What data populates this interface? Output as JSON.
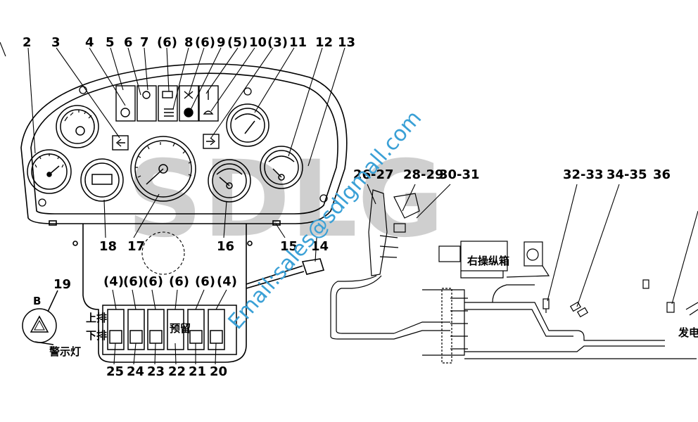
{
  "diagram": {
    "top_callouts": [
      "2",
      "3",
      "4",
      "5",
      "6",
      "7",
      "(6)",
      "8",
      "(6)",
      "9",
      "(5)",
      "10",
      "(3)",
      "11",
      "12",
      "13"
    ],
    "bottom_callouts": [
      "18",
      "17",
      "16",
      "15",
      "14"
    ],
    "switch_top_counts": [
      "(4)",
      "(6)",
      "(6)",
      "(6)",
      "(6)",
      "(4)"
    ],
    "switch_bottom_numbers": [
      "25",
      "24",
      "23",
      "22",
      "21",
      "20"
    ],
    "switch_row_labels": {
      "upper": "上排",
      "lower": "下排"
    },
    "switch_reserved_label": "预留",
    "hazard": {
      "view_label": "B",
      "number": "19",
      "caption": "警示灯"
    },
    "harness_callouts": [
      "26-27",
      "28-29",
      "30-31",
      "32-33",
      "34-35",
      "36"
    ],
    "right_box_label": "右操纵箱",
    "generator_label": "发电"
  },
  "watermark": {
    "email": "Email:sales@sdlgmall.com",
    "logo": "SDLG",
    "email_color": "#3aa0d6",
    "logo_color": "#cfcfcf"
  }
}
